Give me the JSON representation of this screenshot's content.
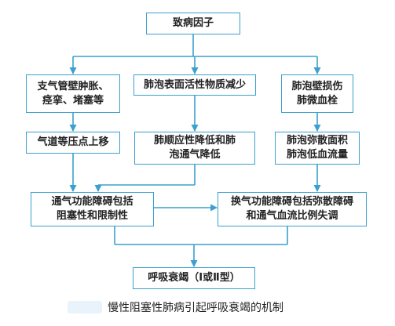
{
  "nodes": {
    "root": "致病因子",
    "airway_cause_line1": "支气管壁肿胀、",
    "airway_cause_line2": "痉挛、堵塞等",
    "surfactant": "肺泡表面活性物质减少",
    "alveolar_wall_line1": "肺泡壁损伤",
    "alveolar_wall_line2": "肺微血栓",
    "airway_pressure": "气道等压点上移",
    "compliance_line1": "肺顺应性降低和肺",
    "compliance_line2": "泡通气降低",
    "diffusion_area_line1": "肺泡弥散面积",
    "diffusion_area_line2": "肺泡低血流量",
    "ventilation_line1": "通气功能障碍包括",
    "ventilation_line2": "阻塞性和限制性",
    "gas_exchange_line1": "换气功能障碍包括弥散障碍",
    "gas_exchange_line2": "和通气血流比例失调",
    "result": "呼吸衰竭（Ⅰ或Ⅱ型）"
  },
  "caption": "慢性阻塞性肺病引起呼吸衰竭的机制",
  "colors": {
    "line": "#3aa0cf",
    "text": "#222222"
  }
}
